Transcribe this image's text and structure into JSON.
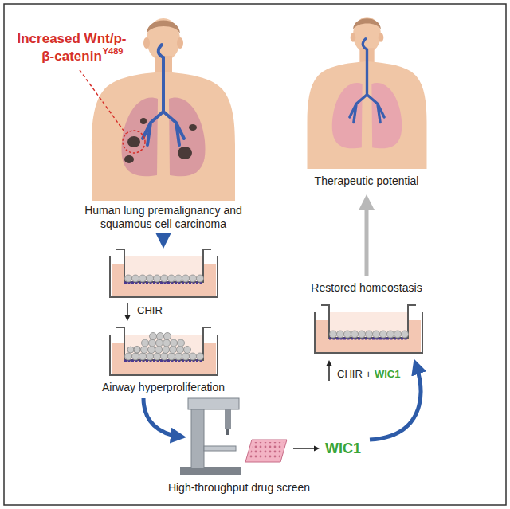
{
  "diagram": {
    "labels": [
      "Increased Wnt/p-β-catenin",
      "Y489",
      "Human lung premalignancy and squamous cell carcinoma",
      "CHIR",
      "Airway hyperproliferation",
      "High-throughput drug screen",
      "WIC1",
      "Therapeutic potential",
      "Restored homeostasis",
      "CHIR +",
      "WIC1"
    ]
  }
}
